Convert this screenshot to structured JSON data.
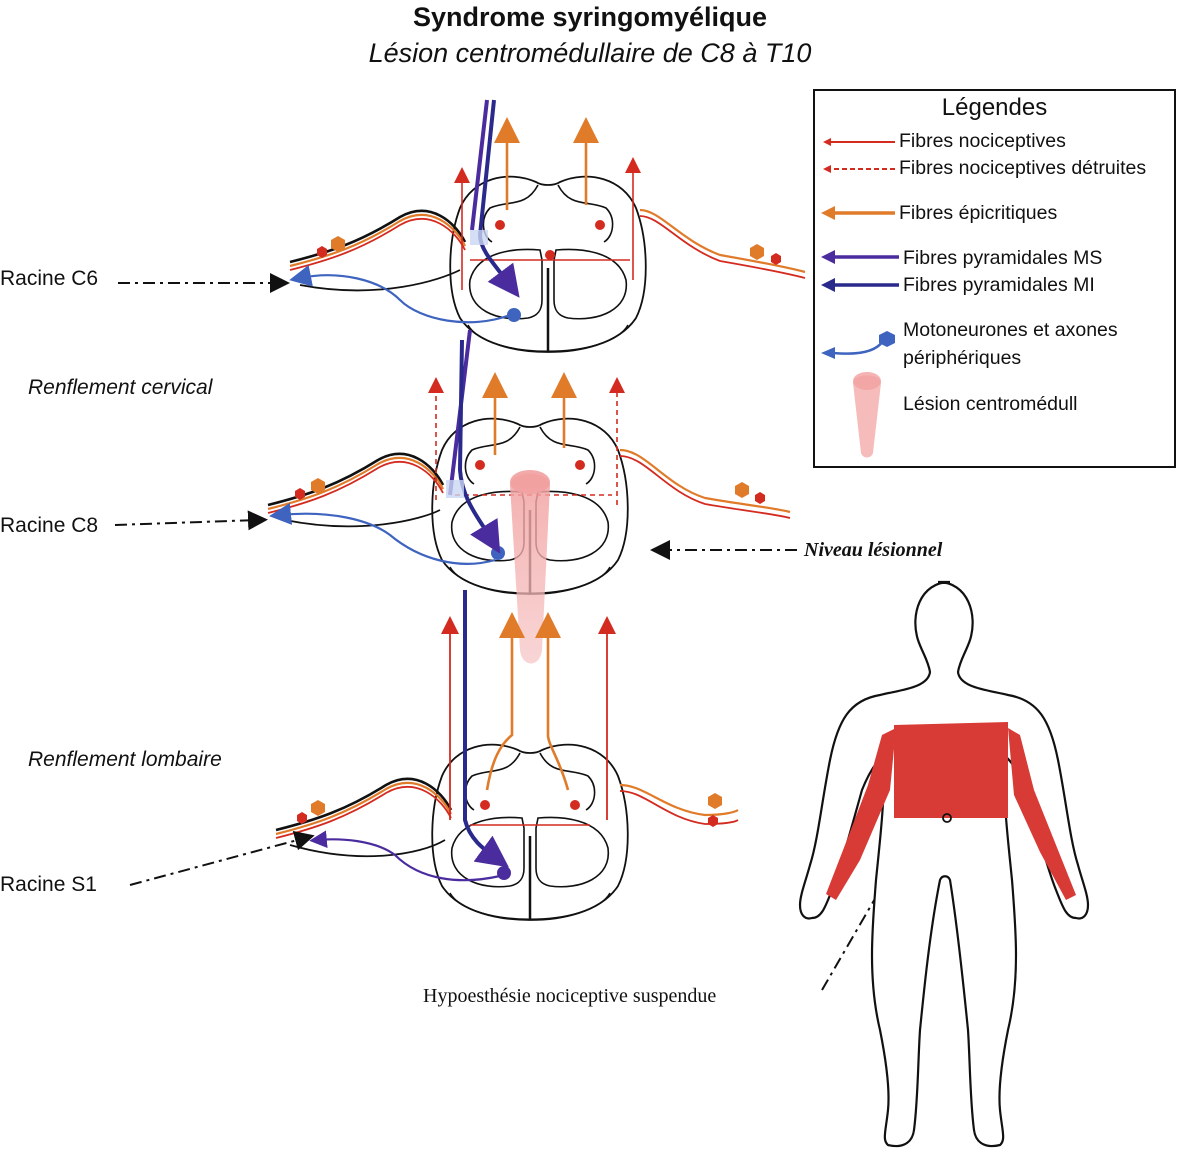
{
  "title": "Syndrome syringomyélique",
  "subtitle": "Lésion centromédullaire de C8 à T10",
  "labels": {
    "racine_c6": "Racine C6",
    "renflement_cervical": "Renflement cervical",
    "racine_c8": "Racine C8",
    "renflement_lombaire": "Renflement lombaire",
    "racine_s1": "Racine S1",
    "niveau_lesionnel": "Niveau lésionnel",
    "hypoesthesie": "Hypoesthésie nociceptive suspendue"
  },
  "legend": {
    "title": "Légendes",
    "items": [
      {
        "label": "Fibres nociceptives",
        "color": "#d42b20"
      },
      {
        "label": "Fibres nociceptives détruites",
        "color": "#d42b20"
      },
      {
        "label": "Fibres épicritiques",
        "color": "#e07b2a"
      },
      {
        "label": "Fibres pyramidales MS",
        "color": "#4b2c9e"
      },
      {
        "label": "Fibres pyramidales MI",
        "color": "#2a2a8c"
      },
      {
        "label": "Motoneurones et axones",
        "color": "#3e64c0"
      },
      {
        "label": "périphériques",
        "color": "#3e64c0"
      },
      {
        "label": "Lésion centromédull",
        "color": "#f2a0a0"
      }
    ]
  },
  "colors": {
    "nociceptive": "#d42b20",
    "epicritic": "#e07b2a",
    "pyramidal_ms": "#4b2c9e",
    "pyramidal_mi": "#2a2a8c",
    "motor": "#3e64c0",
    "lesion": "#f2a0a0",
    "body_hypo": "#d83b35"
  }
}
